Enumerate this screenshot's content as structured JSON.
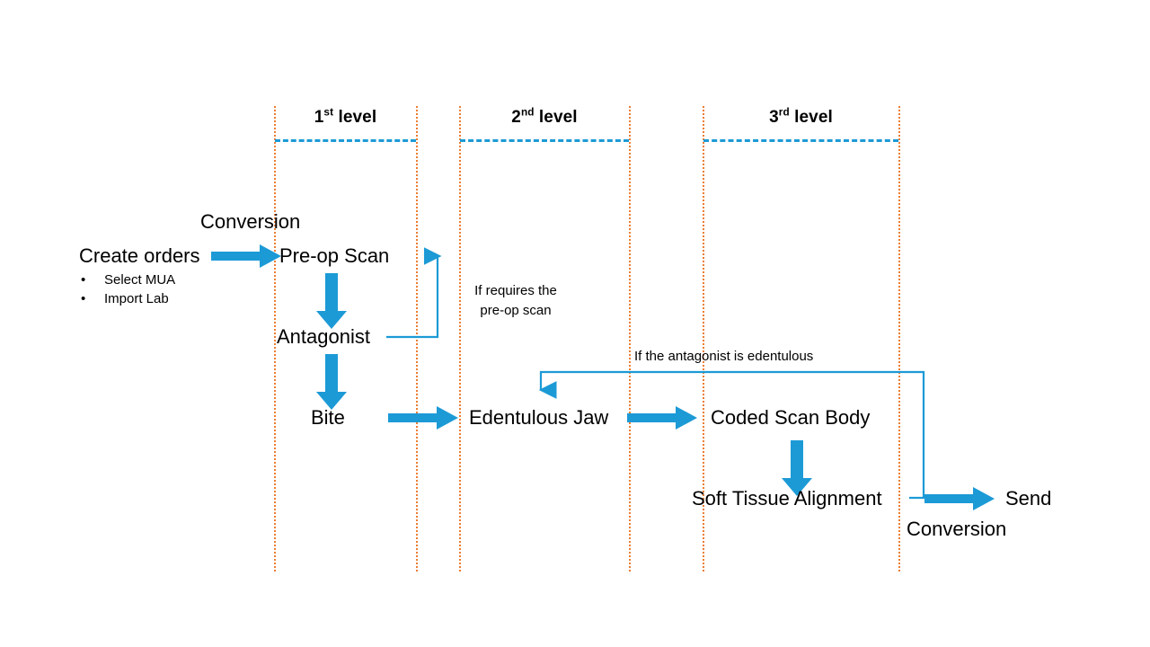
{
  "colors": {
    "accent_blue": "#1C9AD6",
    "lane_orange": "#ED7D31",
    "text": "#000000",
    "background": "#FFFFFF"
  },
  "levels": [
    {
      "id": "level-1",
      "prefix": "1",
      "ordinal": "st",
      "suffix": " level",
      "label": "1st level"
    },
    {
      "id": "level-2",
      "prefix": "2",
      "ordinal": "nd",
      "suffix": " level",
      "label": "2nd level"
    },
    {
      "id": "level-3",
      "prefix": "3",
      "ordinal": "rd",
      "suffix": " level",
      "label": "3rd level"
    }
  ],
  "nodes": {
    "create_orders": "Create orders",
    "create_orders_bullets": [
      "Select MUA",
      "Import Lab"
    ],
    "pre_op_scan": "Pre-op Scan",
    "antagonist": "Antagonist",
    "bite": "Bite",
    "edentulous_jaw": "Edentulous Jaw",
    "coded_scan_body": "Coded Scan Body",
    "soft_tissue_alignment": "Soft Tissue Alignment",
    "send": "Send"
  },
  "captions": {
    "conversion_top": "Conversion",
    "conversion_bottom": "Conversion"
  },
  "conditions": {
    "requires_pre_op": "If requires the\n pre-op scan",
    "antagonist_edentulous": "If the antagonist is edentulous"
  },
  "chart_data": {
    "type": "diagram",
    "title": "Scanning workflow by level",
    "lanes": [
      "1st level",
      "2nd level",
      "3rd level"
    ],
    "steps": [
      "Create orders",
      "Pre-op Scan",
      "Antagonist",
      "Bite",
      "Edentulous Jaw",
      "Coded Scan Body",
      "Soft Tissue Alignment",
      "Send"
    ],
    "edges": [
      {
        "from": "Create orders",
        "to": "Pre-op Scan",
        "label": "Conversion",
        "style": "block-arrow"
      },
      {
        "from": "Pre-op Scan",
        "to": "Antagonist",
        "label": "",
        "style": "block-arrow"
      },
      {
        "from": "Antagonist",
        "to": "Pre-op Scan",
        "label": "If requires the pre-op scan",
        "style": "thin-feedback"
      },
      {
        "from": "Antagonist",
        "to": "Bite",
        "label": "",
        "style": "block-arrow"
      },
      {
        "from": "Bite",
        "to": "Edentulous Jaw",
        "label": "",
        "style": "block-arrow"
      },
      {
        "from": "Edentulous Jaw",
        "to": "Coded Scan Body",
        "label": "",
        "style": "block-arrow"
      },
      {
        "from": "Coded Scan Body",
        "to": "Soft Tissue Alignment",
        "label": "",
        "style": "block-arrow"
      },
      {
        "from": "Soft Tissue Alignment",
        "to": "Edentulous Jaw",
        "label": "If the antagonist is edentulous",
        "style": "thin-feedback"
      },
      {
        "from": "Soft Tissue Alignment",
        "to": "Send",
        "label": "Conversion",
        "style": "block-arrow"
      }
    ]
  }
}
